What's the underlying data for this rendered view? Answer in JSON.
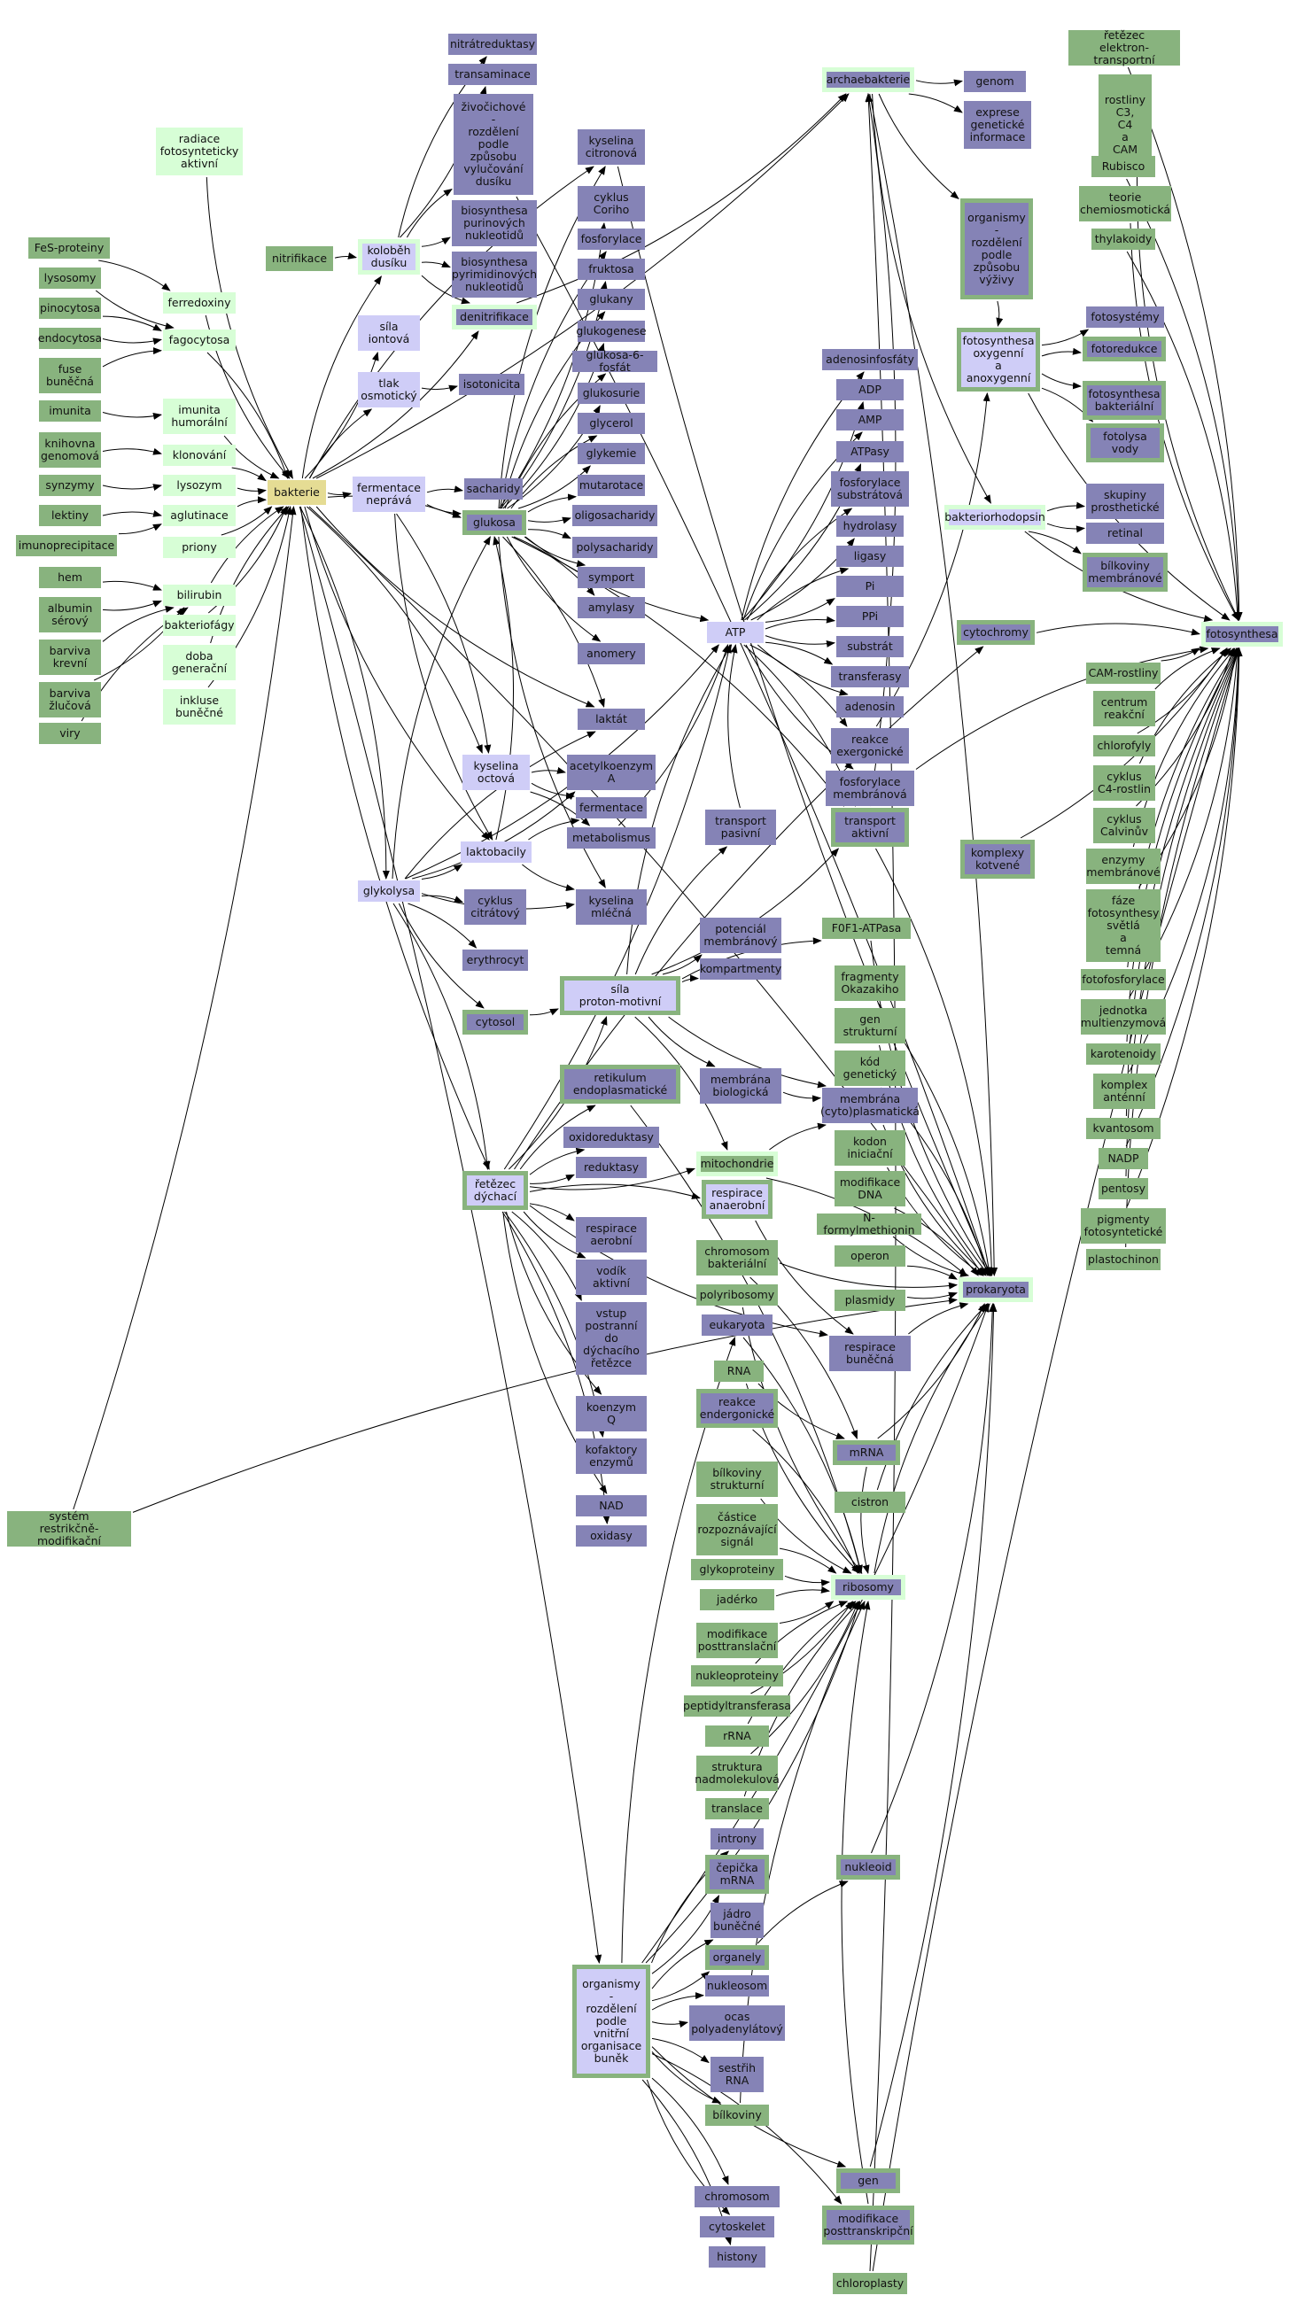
{
  "nodes": [
    {
      "id": "n0",
      "label": "nitrátreduktasy",
      "t": "purple"
    },
    {
      "id": "n1",
      "label": "transaminace",
      "t": "purple"
    },
    {
      "id": "n2",
      "label": "živočichové\n-\nrozdělení\npodle\nzpůsobu\nvylučování\ndusíku",
      "t": "purple"
    },
    {
      "id": "n3",
      "label": "biosynthesa\npurinových\nnukleotidů",
      "t": "purple"
    },
    {
      "id": "n4",
      "label": "biosynthesa\npyrimidinových\nnukleotidů",
      "t": "purple"
    },
    {
      "id": "n5",
      "label": "denitrifikace",
      "t": "purple",
      "b": "lgreen"
    },
    {
      "id": "n6",
      "label": "koloběh\ndusíku",
      "t": "lpurple",
      "b": "lgreen"
    },
    {
      "id": "n7",
      "label": "nitrifikace",
      "t": "green"
    },
    {
      "id": "n8",
      "label": "radiace\nfotosynteticky\naktivní",
      "t": "lgreen"
    },
    {
      "id": "n9",
      "label": "FeS-proteiny",
      "t": "green"
    },
    {
      "id": "n10",
      "label": "lysosomy",
      "t": "green"
    },
    {
      "id": "n11",
      "label": "pinocytosa",
      "t": "green"
    },
    {
      "id": "n12",
      "label": "endocytosa",
      "t": "green"
    },
    {
      "id": "n13",
      "label": "fuse\nbuněčná",
      "t": "green"
    },
    {
      "id": "n14",
      "label": "imunita",
      "t": "green"
    },
    {
      "id": "n15",
      "label": "knihovna\ngenomová",
      "t": "green"
    },
    {
      "id": "n16",
      "label": "synzymy",
      "t": "green"
    },
    {
      "id": "n17",
      "label": "lektiny",
      "t": "green"
    },
    {
      "id": "n18",
      "label": "imunoprecipitace",
      "t": "green"
    },
    {
      "id": "n19",
      "label": "hem",
      "t": "green"
    },
    {
      "id": "n20",
      "label": "albumin\nsérový",
      "t": "green"
    },
    {
      "id": "n21",
      "label": "barviva\nkrevní",
      "t": "green"
    },
    {
      "id": "n22",
      "label": "barviva\nžlučová",
      "t": "green"
    },
    {
      "id": "n23",
      "label": "viry",
      "t": "green"
    },
    {
      "id": "n24",
      "label": "ferredoxiny",
      "t": "lgreen"
    },
    {
      "id": "n25",
      "label": "fagocytosa",
      "t": "lgreen"
    },
    {
      "id": "n26",
      "label": "imunita\nhumorální",
      "t": "lgreen"
    },
    {
      "id": "n27",
      "label": "klonování",
      "t": "lgreen"
    },
    {
      "id": "n28",
      "label": "lysozym",
      "t": "lgreen"
    },
    {
      "id": "n29",
      "label": "aglutinace",
      "t": "lgreen"
    },
    {
      "id": "n30",
      "label": "priony",
      "t": "lgreen"
    },
    {
      "id": "n31",
      "label": "bilirubin",
      "t": "lgreen"
    },
    {
      "id": "n32",
      "label": "bakteriofágy",
      "t": "lgreen"
    },
    {
      "id": "n33",
      "label": "doba\ngenerační",
      "t": "lgreen"
    },
    {
      "id": "n34",
      "label": "inkluse\nbuněčné",
      "t": "lgreen"
    },
    {
      "id": "n35",
      "label": "bakterie",
      "t": "yellow"
    },
    {
      "id": "n36",
      "label": "síla\niontová",
      "t": "lpurple"
    },
    {
      "id": "n37",
      "label": "tlak\nosmotický",
      "t": "lpurple"
    },
    {
      "id": "n38",
      "label": "isotonicita",
      "t": "purple"
    },
    {
      "id": "n39",
      "label": "fermentace\nneprává",
      "t": "lpurple"
    },
    {
      "id": "n40",
      "label": "sacharidy",
      "t": "purple"
    },
    {
      "id": "n41",
      "label": "glukosa",
      "t": "purple",
      "b": "green"
    },
    {
      "id": "n42",
      "label": "kyselina\ncitronová",
      "t": "purple"
    },
    {
      "id": "n43",
      "label": "cyklus\nCoriho",
      "t": "purple"
    },
    {
      "id": "n44",
      "label": "fosforylace",
      "t": "purple"
    },
    {
      "id": "n45",
      "label": "fruktosa",
      "t": "purple"
    },
    {
      "id": "n46",
      "label": "glukany",
      "t": "purple"
    },
    {
      "id": "n47",
      "label": "glukogenese",
      "t": "purple"
    },
    {
      "id": "n48",
      "label": "glukosa-6-fosfát",
      "t": "purple"
    },
    {
      "id": "n49",
      "label": "glukosurie",
      "t": "purple"
    },
    {
      "id": "n50",
      "label": "glycerol",
      "t": "purple"
    },
    {
      "id": "n51",
      "label": "glykemie",
      "t": "purple"
    },
    {
      "id": "n52",
      "label": "mutarotace",
      "t": "purple"
    },
    {
      "id": "n53",
      "label": "oligosacharidy",
      "t": "purple"
    },
    {
      "id": "n54",
      "label": "polysacharidy",
      "t": "purple"
    },
    {
      "id": "n55",
      "label": "symport",
      "t": "purple"
    },
    {
      "id": "n56",
      "label": "amylasy",
      "t": "purple"
    },
    {
      "id": "n57",
      "label": "anomery",
      "t": "purple"
    },
    {
      "id": "n58",
      "label": "laktát",
      "t": "purple"
    },
    {
      "id": "n59",
      "label": "kyselina\noctová",
      "t": "lpurple"
    },
    {
      "id": "n60",
      "label": "acetylkoenzym\nA",
      "t": "purple"
    },
    {
      "id": "n61",
      "label": "fermentace",
      "t": "purple"
    },
    {
      "id": "n62",
      "label": "metabolismus",
      "t": "purple"
    },
    {
      "id": "n63",
      "label": "laktobacily",
      "t": "lpurple"
    },
    {
      "id": "n64",
      "label": "glykolysa",
      "t": "lpurple"
    },
    {
      "id": "n65",
      "label": "cyklus\ncitrátový",
      "t": "purple"
    },
    {
      "id": "n66",
      "label": "kyselina\nmléčná",
      "t": "purple"
    },
    {
      "id": "n67",
      "label": "erythrocyt",
      "t": "purple"
    },
    {
      "id": "n68",
      "label": "cytosol",
      "t": "purple",
      "b": "green"
    },
    {
      "id": "n69",
      "label": "síla\nproton-motivní",
      "t": "lpurple",
      "b": "green"
    },
    {
      "id": "n70",
      "label": "retikulum\nendoplasmatické",
      "t": "purple",
      "b": "green"
    },
    {
      "id": "n71",
      "label": "řetězec\ndýchací",
      "t": "lpurple",
      "b": "green"
    },
    {
      "id": "n72",
      "label": "oxidoreduktasy",
      "t": "purple"
    },
    {
      "id": "n73",
      "label": "reduktasy",
      "t": "purple"
    },
    {
      "id": "n74",
      "label": "respirace\naerobní",
      "t": "purple"
    },
    {
      "id": "n75",
      "label": "vodík\naktivní",
      "t": "purple"
    },
    {
      "id": "n76",
      "label": "vstup\npostranní\ndo\ndýchacího\nřetězce",
      "t": "purple"
    },
    {
      "id": "n77",
      "label": "koenzym\nQ",
      "t": "purple"
    },
    {
      "id": "n78",
      "label": "kofaktory\nenzymů",
      "t": "purple"
    },
    {
      "id": "n79",
      "label": "NAD",
      "t": "purple"
    },
    {
      "id": "n80",
      "label": "oxidasy",
      "t": "purple"
    },
    {
      "id": "n81",
      "label": "organismy\n-\nrozdělení\npodle\nvnitřní\norganisace\nbuněk",
      "t": "lpurple",
      "b": "green"
    },
    {
      "id": "n82",
      "label": "transport\npasivní",
      "t": "purple"
    },
    {
      "id": "n83",
      "label": "potenciál\nmembránový",
      "t": "purple"
    },
    {
      "id": "n84",
      "label": "kompartmenty",
      "t": "purple"
    },
    {
      "id": "n85",
      "label": "membrána\nbiologická",
      "t": "purple"
    },
    {
      "id": "n86",
      "label": "mitochondrie",
      "t": "green",
      "b": "lgreen"
    },
    {
      "id": "n87",
      "label": "respirace\nanaerobní",
      "t": "lpurple",
      "b": "green"
    },
    {
      "id": "n88",
      "label": "chromosom\nbakteriální",
      "t": "green"
    },
    {
      "id": "n89",
      "label": "polyribosomy",
      "t": "green"
    },
    {
      "id": "n90",
      "label": "eukaryota",
      "t": "purple"
    },
    {
      "id": "n91",
      "label": "RNA",
      "t": "green"
    },
    {
      "id": "n92",
      "label": "reakce\nendergonické",
      "t": "purple",
      "b": "green"
    },
    {
      "id": "n93",
      "label": "bílkoviny\nstrukturní",
      "t": "green"
    },
    {
      "id": "n94",
      "label": "částice\nrozpoznávající\nsignál",
      "t": "green"
    },
    {
      "id": "n95",
      "label": "glykoproteiny",
      "t": "green"
    },
    {
      "id": "n96",
      "label": "jadérko",
      "t": "green"
    },
    {
      "id": "n97",
      "label": "modifikace\nposttranslační",
      "t": "green"
    },
    {
      "id": "n98",
      "label": "nukleoproteiny",
      "t": "green"
    },
    {
      "id": "n99",
      "label": "peptidyltransferasa",
      "t": "green"
    },
    {
      "id": "n100",
      "label": "rRNA",
      "t": "green"
    },
    {
      "id": "n101",
      "label": "struktura\nnadmolekulová",
      "t": "green"
    },
    {
      "id": "n102",
      "label": "translace",
      "t": "green"
    },
    {
      "id": "n103",
      "label": "introny",
      "t": "purple"
    },
    {
      "id": "n104",
      "label": "čepička\nmRNA",
      "t": "purple",
      "b": "green"
    },
    {
      "id": "n105",
      "label": "jádro\nbuněčné",
      "t": "purple"
    },
    {
      "id": "n106",
      "label": "organely",
      "t": "purple",
      "b": "green"
    },
    {
      "id": "n107",
      "label": "nukleosom",
      "t": "purple"
    },
    {
      "id": "n108",
      "label": "ocas\npolyadenylátový",
      "t": "purple"
    },
    {
      "id": "n109",
      "label": "sestřih\nRNA",
      "t": "purple"
    },
    {
      "id": "n110",
      "label": "bílkoviny",
      "t": "green"
    },
    {
      "id": "n111",
      "label": "chromosom",
      "t": "purple"
    },
    {
      "id": "n112",
      "label": "cytoskelet",
      "t": "purple"
    },
    {
      "id": "n113",
      "label": "histony",
      "t": "purple"
    },
    {
      "id": "n114",
      "label": "archaebakterie",
      "t": "purple",
      "b": "lgreen"
    },
    {
      "id": "n115",
      "label": "genom",
      "t": "purple"
    },
    {
      "id": "n116",
      "label": "exprese\ngenetické\ninformace",
      "t": "purple"
    },
    {
      "id": "n117",
      "label": "organismy\n-\nrozdělení\npodle\nzpůsobu\nvýživy",
      "t": "purple",
      "b": "green"
    },
    {
      "id": "n118",
      "label": "adenosinfosfáty",
      "t": "purple"
    },
    {
      "id": "n119",
      "label": "ADP",
      "t": "purple"
    },
    {
      "id": "n120",
      "label": "AMP",
      "t": "purple"
    },
    {
      "id": "n121",
      "label": "ATPasy",
      "t": "purple"
    },
    {
      "id": "n122",
      "label": "fosforylace\nsubstrátová",
      "t": "purple"
    },
    {
      "id": "n123",
      "label": "hydrolasy",
      "t": "purple"
    },
    {
      "id": "n124",
      "label": "ligasy",
      "t": "purple"
    },
    {
      "id": "n125",
      "label": "Pi",
      "t": "purple"
    },
    {
      "id": "n126",
      "label": "PPi",
      "t": "purple"
    },
    {
      "id": "n127",
      "label": "substrát",
      "t": "purple"
    },
    {
      "id": "n128",
      "label": "transferasy",
      "t": "purple"
    },
    {
      "id": "n129",
      "label": "adenosin",
      "t": "purple"
    },
    {
      "id": "n130",
      "label": "reakce\nexergonické",
      "t": "purple"
    },
    {
      "id": "n131",
      "label": "fosforylace\nmembránová",
      "t": "purple"
    },
    {
      "id": "n132",
      "label": "transport\naktivní",
      "t": "purple",
      "b": "green"
    },
    {
      "id": "n133",
      "label": "ATP",
      "t": "lpurple"
    },
    {
      "id": "n134",
      "label": "membrána\n(cyto)plasmatická",
      "t": "purple"
    },
    {
      "id": "n135",
      "label": "F0F1-ATPasa",
      "t": "green"
    },
    {
      "id": "n136",
      "label": "fragmenty\nOkazakiho",
      "t": "green"
    },
    {
      "id": "n137",
      "label": "gen\nstrukturní",
      "t": "green"
    },
    {
      "id": "n138",
      "label": "kód\ngenetický",
      "t": "green"
    },
    {
      "id": "n139",
      "label": "kodon\niniciační",
      "t": "green"
    },
    {
      "id": "n140",
      "label": "modifikace\nDNA",
      "t": "green"
    },
    {
      "id": "n141",
      "label": "N-formylmethionin",
      "t": "green"
    },
    {
      "id": "n142",
      "label": "operon",
      "t": "green"
    },
    {
      "id": "n143",
      "label": "plasmidy",
      "t": "green"
    },
    {
      "id": "n144",
      "label": "respirace\nbuněčná",
      "t": "purple"
    },
    {
      "id": "n145",
      "label": "mRNA",
      "t": "purple",
      "b": "green"
    },
    {
      "id": "n146",
      "label": "cistron",
      "t": "green"
    },
    {
      "id": "n147",
      "label": "ribosomy",
      "t": "purple",
      "b": "lgreen"
    },
    {
      "id": "n148",
      "label": "nukleoid",
      "t": "purple",
      "b": "green"
    },
    {
      "id": "n149",
      "label": "gen",
      "t": "purple",
      "b": "green"
    },
    {
      "id": "n150",
      "label": "modifikace\nposttranskripční",
      "t": "purple",
      "b": "green"
    },
    {
      "id": "n151",
      "label": "chloroplasty",
      "t": "green"
    },
    {
      "id": "n152",
      "label": "prokaryota",
      "t": "purple",
      "b": "lgreen"
    },
    {
      "id": "n153",
      "label": "fotosynthesa\noxygenní\na\nanoxygenní",
      "t": "lpurple",
      "b": "green"
    },
    {
      "id": "n154",
      "label": "fotosystémy",
      "t": "purple"
    },
    {
      "id": "n155",
      "label": "fotoredukce",
      "t": "purple",
      "b": "green"
    },
    {
      "id": "n156",
      "label": "fotosynthesa\nbakteriální",
      "t": "purple",
      "b": "green"
    },
    {
      "id": "n157",
      "label": "fotolysa\nvody",
      "t": "purple",
      "b": "green"
    },
    {
      "id": "n158",
      "label": "bakteriorhodopsin",
      "t": "lpurple",
      "b": "lgreen"
    },
    {
      "id": "n159",
      "label": "skupiny\nprosthetické",
      "t": "purple"
    },
    {
      "id": "n160",
      "label": "retinal",
      "t": "purple"
    },
    {
      "id": "n161",
      "label": "bílkoviny\nmembránové",
      "t": "purple",
      "b": "green"
    },
    {
      "id": "n162",
      "label": "cytochromy",
      "t": "purple",
      "b": "green"
    },
    {
      "id": "n163",
      "label": "komplexy\nkotvené",
      "t": "purple",
      "b": "green"
    },
    {
      "id": "n164",
      "label": "řetězec\nelektron-transportní",
      "t": "green"
    },
    {
      "id": "n165",
      "label": "rostliny\nC3,\nC4\na\nCAM",
      "t": "green"
    },
    {
      "id": "n166",
      "label": "Rubisco",
      "t": "green"
    },
    {
      "id": "n167",
      "label": "teorie\nchemiosmotická",
      "t": "green"
    },
    {
      "id": "n168",
      "label": "thylakoidy",
      "t": "green"
    },
    {
      "id": "n169",
      "label": "fotosynthesa",
      "t": "purple",
      "b": "lgreen"
    },
    {
      "id": "n170",
      "label": "CAM-rostliny",
      "t": "green"
    },
    {
      "id": "n171",
      "label": "centrum\nreakční",
      "t": "green"
    },
    {
      "id": "n172",
      "label": "chlorofyly",
      "t": "green"
    },
    {
      "id": "n173",
      "label": "cyklus\nC4-rostlin",
      "t": "green"
    },
    {
      "id": "n174",
      "label": "cyklus\nCalvinův",
      "t": "green"
    },
    {
      "id": "n175",
      "label": "enzymy\nmembránové",
      "t": "green"
    },
    {
      "id": "n176",
      "label": "fáze\nfotosynthesy\nsvětlá\na\ntemná",
      "t": "green"
    },
    {
      "id": "n177",
      "label": "fotofosforylace",
      "t": "green"
    },
    {
      "id": "n178",
      "label": "jednotka\nmultienzymová",
      "t": "green"
    },
    {
      "id": "n179",
      "label": "karotenoidy",
      "t": "green"
    },
    {
      "id": "n180",
      "label": "komplex\nanténní",
      "t": "green"
    },
    {
      "id": "n181",
      "label": "kvantosom",
      "t": "green"
    },
    {
      "id": "n182",
      "label": "NADP",
      "t": "green"
    },
    {
      "id": "n183",
      "label": "pentosy",
      "t": "green"
    },
    {
      "id": "n184",
      "label": "pigmenty\nfotosyntetické",
      "t": "green"
    },
    {
      "id": "n185",
      "label": "plastochinon",
      "t": "green"
    },
    {
      "id": "n186",
      "label": "systém\nrestrikčně-modifikační",
      "t": "green"
    }
  ]
}
